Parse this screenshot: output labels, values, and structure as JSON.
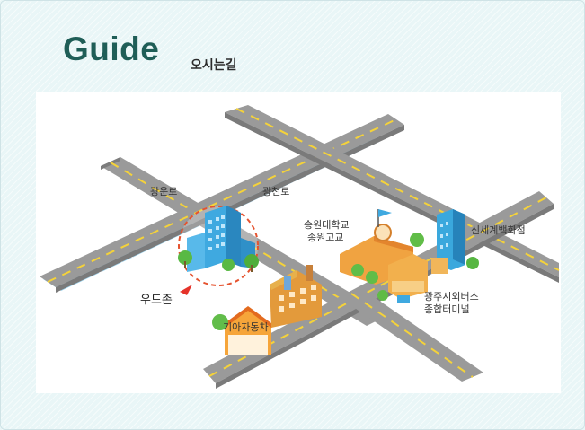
{
  "header": {
    "title": "Guide",
    "subtitle": "오시는길"
  },
  "map": {
    "labels": {
      "road_gwangun": "광운로",
      "road_gwangcheon": "광천로",
      "school_line1": "송원대학교",
      "school_line2": "송원고교",
      "department_store": "신세계백화점",
      "terminal_line1": "광주시외버스",
      "terminal_line2": "종합터미널",
      "woodzone": "우드존",
      "kia": "기아자동차"
    }
  }
}
